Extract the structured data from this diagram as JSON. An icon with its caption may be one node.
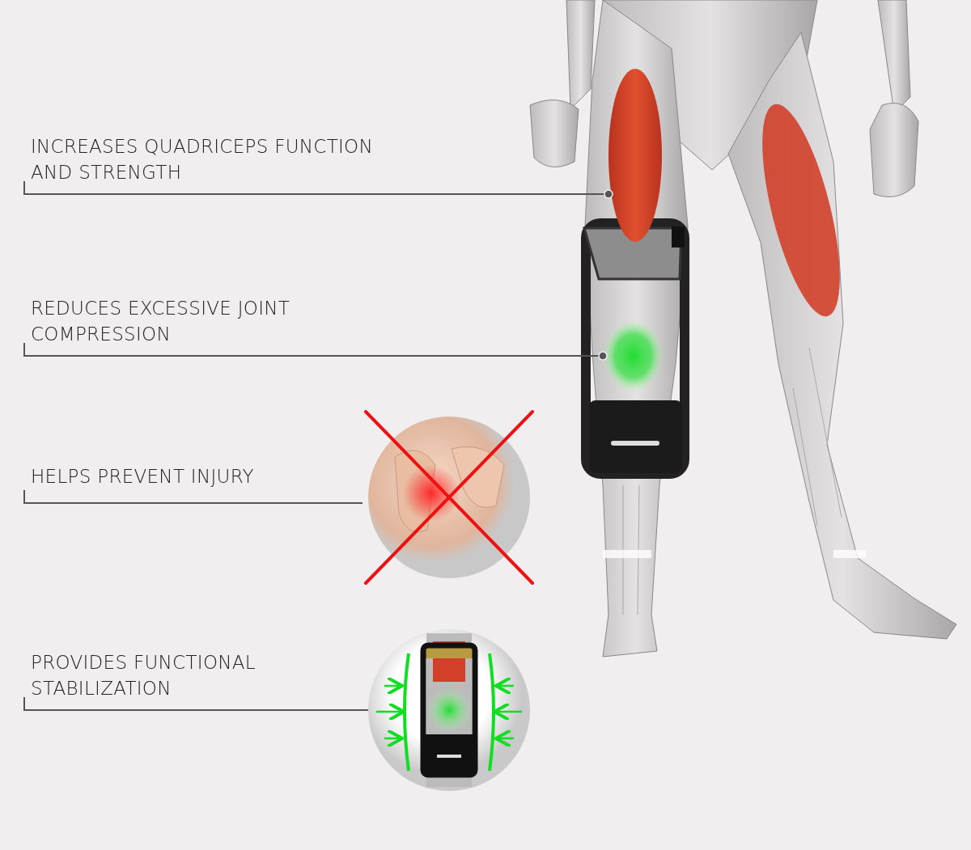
{
  "diagram": {
    "nodes": [
      {
        "text": [],
        "shape": "picture"
      },
      {
        "text": [],
        "shape": "picture",
        "in": 0
      },
      {
        "text": [],
        "shape": "picture",
        "in": 0
      },
      {
        "text": [
          "INCREASES QUADRICEPS FUNCTION AND STRENGTH"
        ]
      },
      {
        "text": [
          "REDUCES EXCESSIVE JOINT COMPRESSION"
        ]
      },
      {
        "text": [
          "HELPS PREVENT INJURY"
        ]
      },
      {
        "text": [],
        "shape": "picture"
      },
      {
        "text": [
          "PROVIDES FUNCTIONAL STABILIZATION"
        ]
      },
      {
        "text": [],
        "shape": "picture"
      }
    ],
    "edges": [
      {
        "from": 3,
        "to": 1,
        "arrow": "other"
      },
      {
        "from": 4,
        "to": 2,
        "arrow": "other"
      },
      {
        "from": 5,
        "to": 6,
        "arrow": "none"
      },
      {
        "from": 7,
        "to": 8,
        "arrow": "none"
      }
    ]
  }
}
